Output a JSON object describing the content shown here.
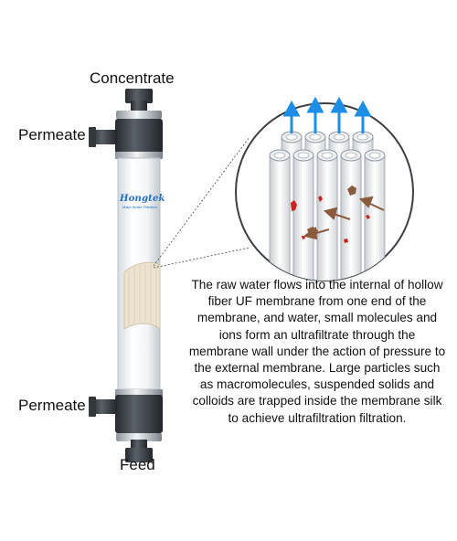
{
  "labels": {
    "concentrate": "Concentrate",
    "permeate_top": "Permeate",
    "permeate_bottom": "Permeate",
    "feed": "Feed"
  },
  "brand": {
    "name": "Hongtek",
    "tagline": "Make Better Filtration"
  },
  "description": "The raw water flows into the internal of hollow fiber UF membrane from one end of the membrane, and water, small molecules and ions form an ultrafiltrate through the membrane wall under the action of pressure to the external membrane. Large particles such as macromolecules, suspended solids and colloids are trapped inside the membrane silk to achieve ultrafiltration filtration.",
  "colors": {
    "housing_white": "#f4f6f8",
    "cap_dark": "#3a3f45",
    "flow_arrow": "#1c8ee6",
    "particle_arrow": "#8a5a3c",
    "particle_red": "#c8231d",
    "brand_blue": "#1f6fc2"
  }
}
